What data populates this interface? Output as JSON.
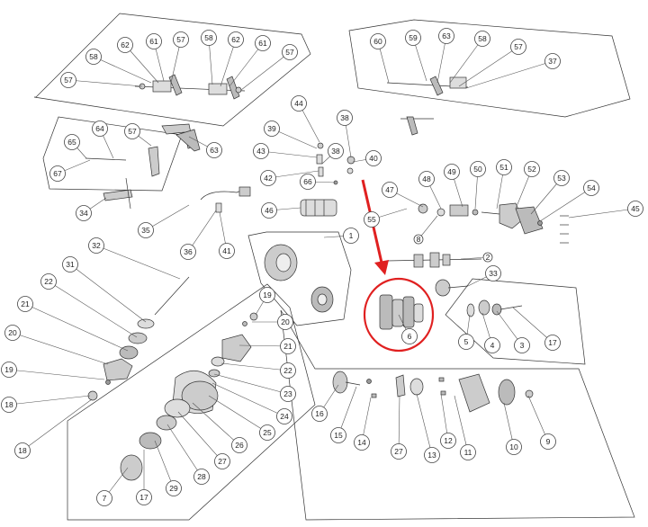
{
  "diagram": {
    "callouts": [
      "57",
      "58",
      "62",
      "61",
      "57",
      "58",
      "62",
      "61",
      "57",
      "60",
      "59",
      "63",
      "58",
      "57",
      "37",
      "44",
      "38",
      "39",
      "43",
      "38",
      "40",
      "42",
      "66",
      "63",
      "57",
      "64",
      "65",
      "67",
      "34",
      "35",
      "36",
      "41",
      "46",
      "47",
      "48",
      "49",
      "50",
      "51",
      "52",
      "53",
      "54",
      "45",
      "55",
      "8",
      "1",
      "2",
      "33",
      "32",
      "31",
      "22",
      "21",
      "20",
      "19",
      "18",
      "18",
      "19",
      "20",
      "21",
      "22",
      "23",
      "24",
      "25",
      "26",
      "27",
      "28",
      "29",
      "17",
      "7",
      "6",
      "5",
      "4",
      "3",
      "17",
      "16",
      "15",
      "14",
      "27",
      "13",
      "12",
      "11",
      "10",
      "9"
    ],
    "highlight_color": "#e02020"
  }
}
